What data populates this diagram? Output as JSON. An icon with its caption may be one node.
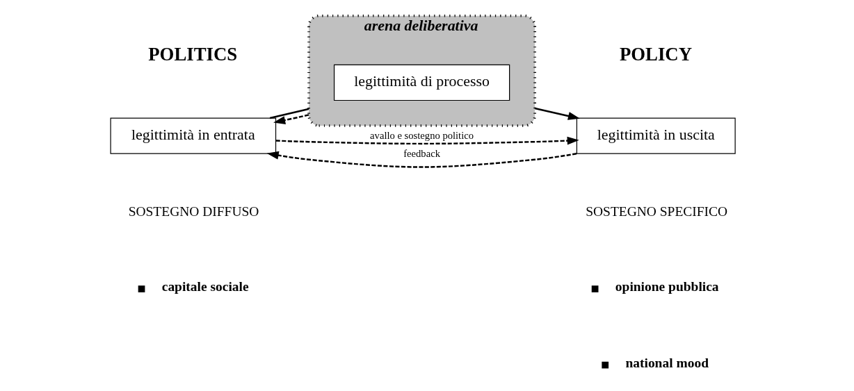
{
  "diagram": {
    "nodes": [
      {
        "text": [
          "legittimità in entrata"
        ]
      },
      {
        "text": [
          "arena deliberativa"
        ]
      },
      {
        "text": [
          "legittimità di processo"
        ],
        "in": 1
      },
      {
        "text": [
          "legittimità in uscita"
        ]
      }
    ],
    "edges": [
      {
        "from": 0,
        "to": 3,
        "arrow": "to",
        "style": "dashed",
        "label": "avallo e sostegno politico"
      },
      {
        "from": 0,
        "to": 1,
        "arrow": "none"
      },
      {
        "from": 1,
        "to": 3,
        "arrow": "to"
      },
      {
        "from": 3,
        "to": 0,
        "arrow": "to",
        "style": "dashed",
        "label": "feedback"
      },
      {
        "from": 1,
        "to": 0,
        "arrow": "to",
        "style": "dashed"
      }
    ],
    "labels": [
      "POLICY",
      "POLITICS",
      "SOSTEGNO DIFFUSO",
      "SOSTEGNO SPECIFICO",
      "capitale sociale",
      "opinione pubblica",
      "national mood"
    ]
  }
}
